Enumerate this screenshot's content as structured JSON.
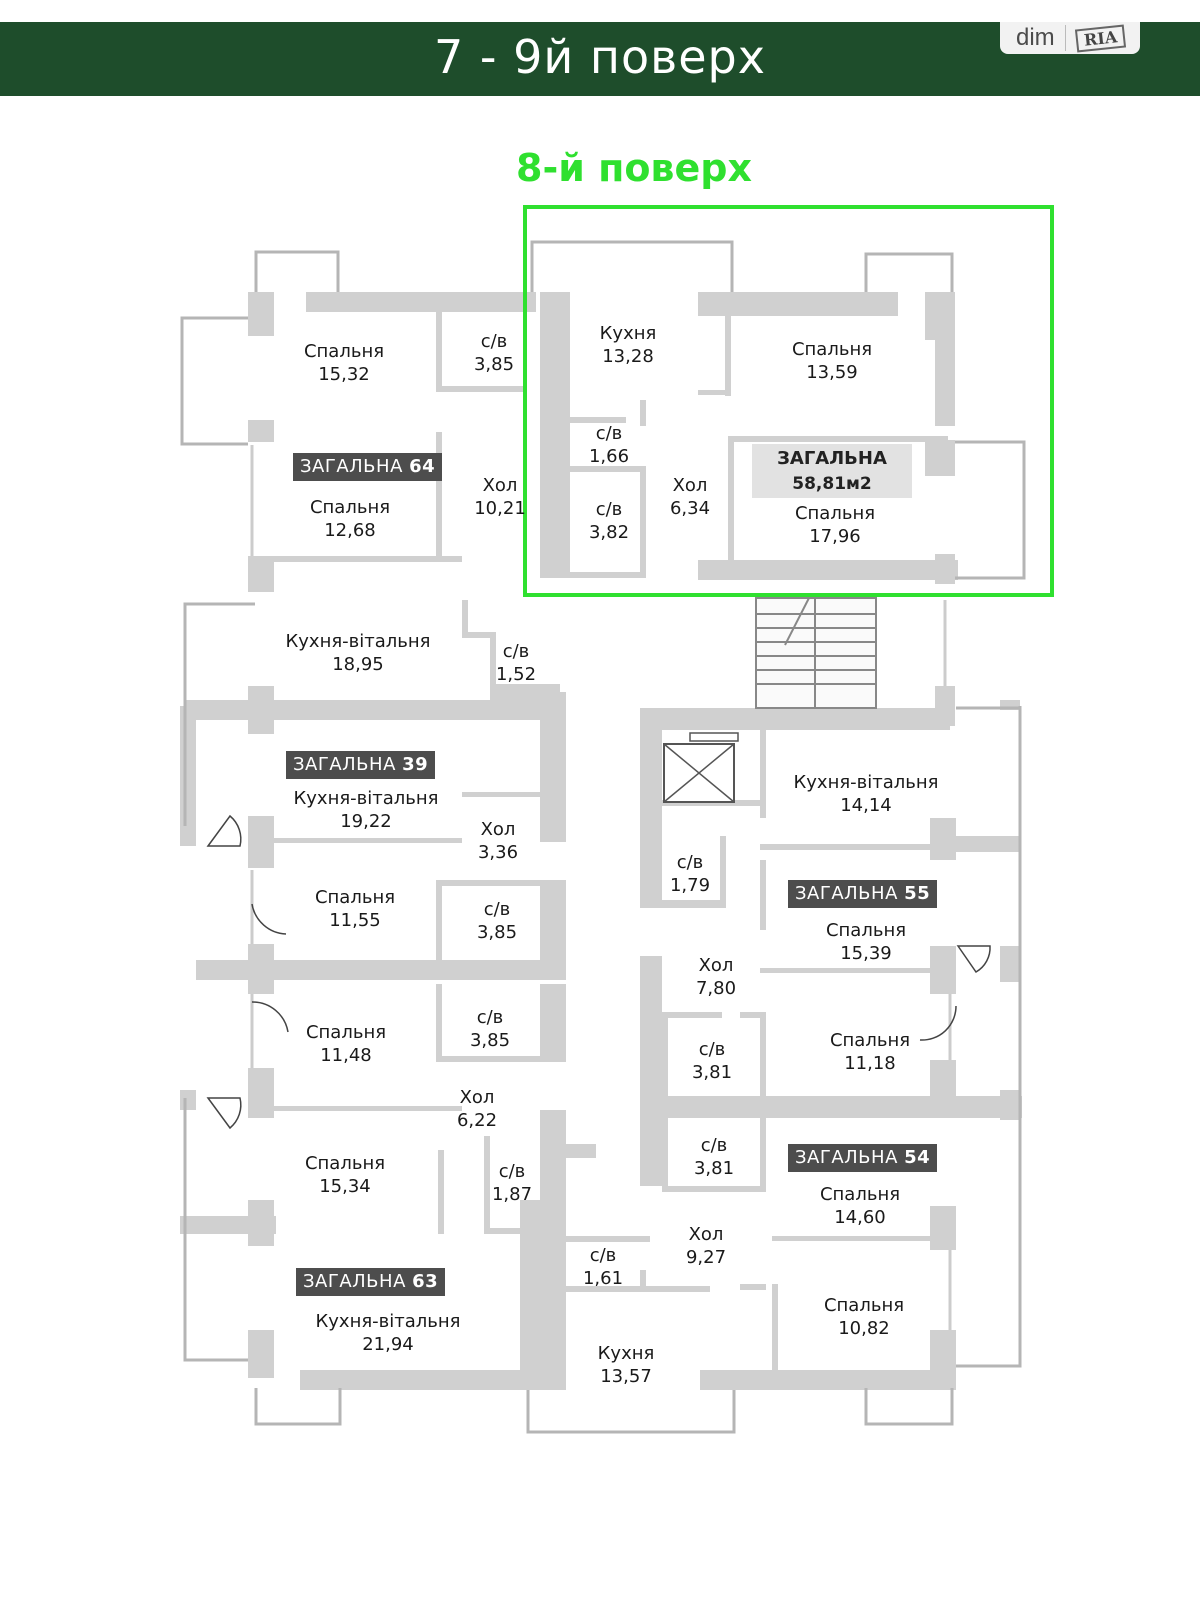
{
  "header": {
    "title": "7 - 9й поверх"
  },
  "logo": {
    "left": "dim",
    "right": "RIA"
  },
  "floor_label": "8-й поверх",
  "highlight_color": "#2fe02f",
  "header_color": "#1e4d2b",
  "highlighted_apartment": {
    "title": "ЗАГАЛЬНА",
    "area": "58,81м2"
  },
  "apartments": [
    {
      "label": "ЗАГАЛЬНА",
      "number": "64"
    },
    {
      "label": "ЗАГАЛЬНА",
      "number": "39"
    },
    {
      "label": "ЗАГАЛЬНА",
      "number": "55"
    },
    {
      "label": "ЗАГАЛЬНА",
      "number": "54"
    },
    {
      "label": "ЗАГАЛЬНА",
      "number": "63"
    }
  ],
  "rooms": [
    {
      "name": "Спальня",
      "area": "15,32"
    },
    {
      "name": "с/в",
      "area": "3,85"
    },
    {
      "name": "Кухня",
      "area": "13,28"
    },
    {
      "name": "Спальня",
      "area": "13,59"
    },
    {
      "name": "с/в",
      "area": "1,66"
    },
    {
      "name": "Спальня",
      "area": "12,68"
    },
    {
      "name": "Хол",
      "area": "10,21"
    },
    {
      "name": "с/в",
      "area": "3,82"
    },
    {
      "name": "Хол",
      "area": "6,34"
    },
    {
      "name": "Спальня",
      "area": "17,96"
    },
    {
      "name": "Кухня-вітальня",
      "area": "18,95"
    },
    {
      "name": "с/в",
      "area": "1,52"
    },
    {
      "name": "Кухня-вітальня",
      "area": "14,14"
    },
    {
      "name": "Кухня-вітальня",
      "area": "19,22"
    },
    {
      "name": "Хол",
      "area": "3,36"
    },
    {
      "name": "с/в",
      "area": "1,79"
    },
    {
      "name": "Спальня",
      "area": "11,55"
    },
    {
      "name": "с/в",
      "area": "3,85"
    },
    {
      "name": "Спальня",
      "area": "15,39"
    },
    {
      "name": "Хол",
      "area": "7,80"
    },
    {
      "name": "Спальня",
      "area": "11,48"
    },
    {
      "name": "с/в",
      "area": "3,85"
    },
    {
      "name": "с/в",
      "area": "3,81"
    },
    {
      "name": "Спальня",
      "area": "11,18"
    },
    {
      "name": "Хол",
      "area": "6,22"
    },
    {
      "name": "с/в",
      "area": "1,87"
    },
    {
      "name": "Спальня",
      "area": "15,34"
    },
    {
      "name": "с/в",
      "area": "3,81"
    },
    {
      "name": "Спальня",
      "area": "14,60"
    },
    {
      "name": "Хол",
      "area": "9,27"
    },
    {
      "name": "с/в",
      "area": "1,61"
    },
    {
      "name": "Кухня-вітальня",
      "area": "21,94"
    },
    {
      "name": "Кухня",
      "area": "13,57"
    },
    {
      "name": "Спальня",
      "area": "10,82"
    }
  ]
}
